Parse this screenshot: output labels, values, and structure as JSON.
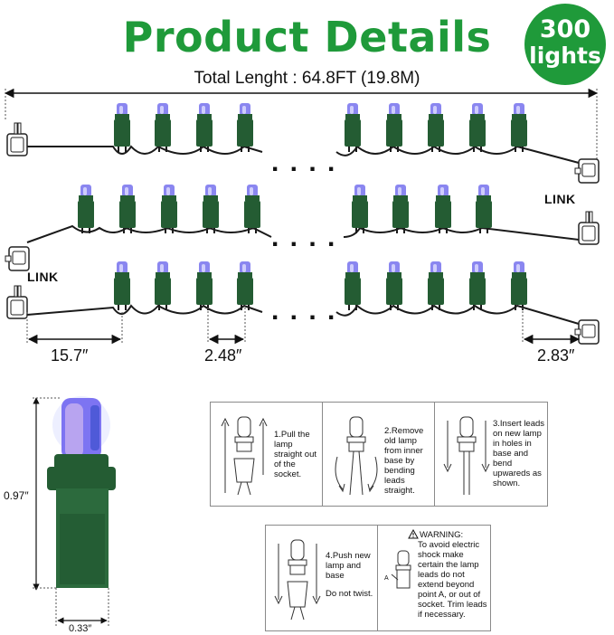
{
  "header": {
    "title": "Product Details"
  },
  "badge": {
    "count": "300",
    "unit": "lights"
  },
  "total_length": "Total Lenght : 64.8FT (19.8M)",
  "link_labels": [
    "LINK",
    "LINK"
  ],
  "ellipsis": ". . . .",
  "dimensions": {
    "lead": "15.7″",
    "spacing": "2.48″",
    "tail": "2.83″",
    "bulb_height": "0.97″",
    "bulb_width": "0.33″"
  },
  "steps": [
    {
      "label": "1.Pull the lamp straight out of the socket."
    },
    {
      "label": "2.Remove old lamp from inner base by bending leads straight."
    },
    {
      "label": "3.Insert leads on new lamp in holes in base and bend upwareds as shown."
    },
    {
      "label": "4.Push new lamp and base",
      "note": "Do not twist."
    }
  ],
  "warning": {
    "heading": "WARNING:",
    "text": "To avoid electric shock make certain the lamp leads do not extend beyond point A, or out of socket. Trim leads if necessary.",
    "point_label": "A"
  },
  "colors": {
    "brand": "#1f9a3a",
    "socket": "#245c33",
    "bulb": "#8a86f0",
    "wire": "#1a1a1a"
  }
}
